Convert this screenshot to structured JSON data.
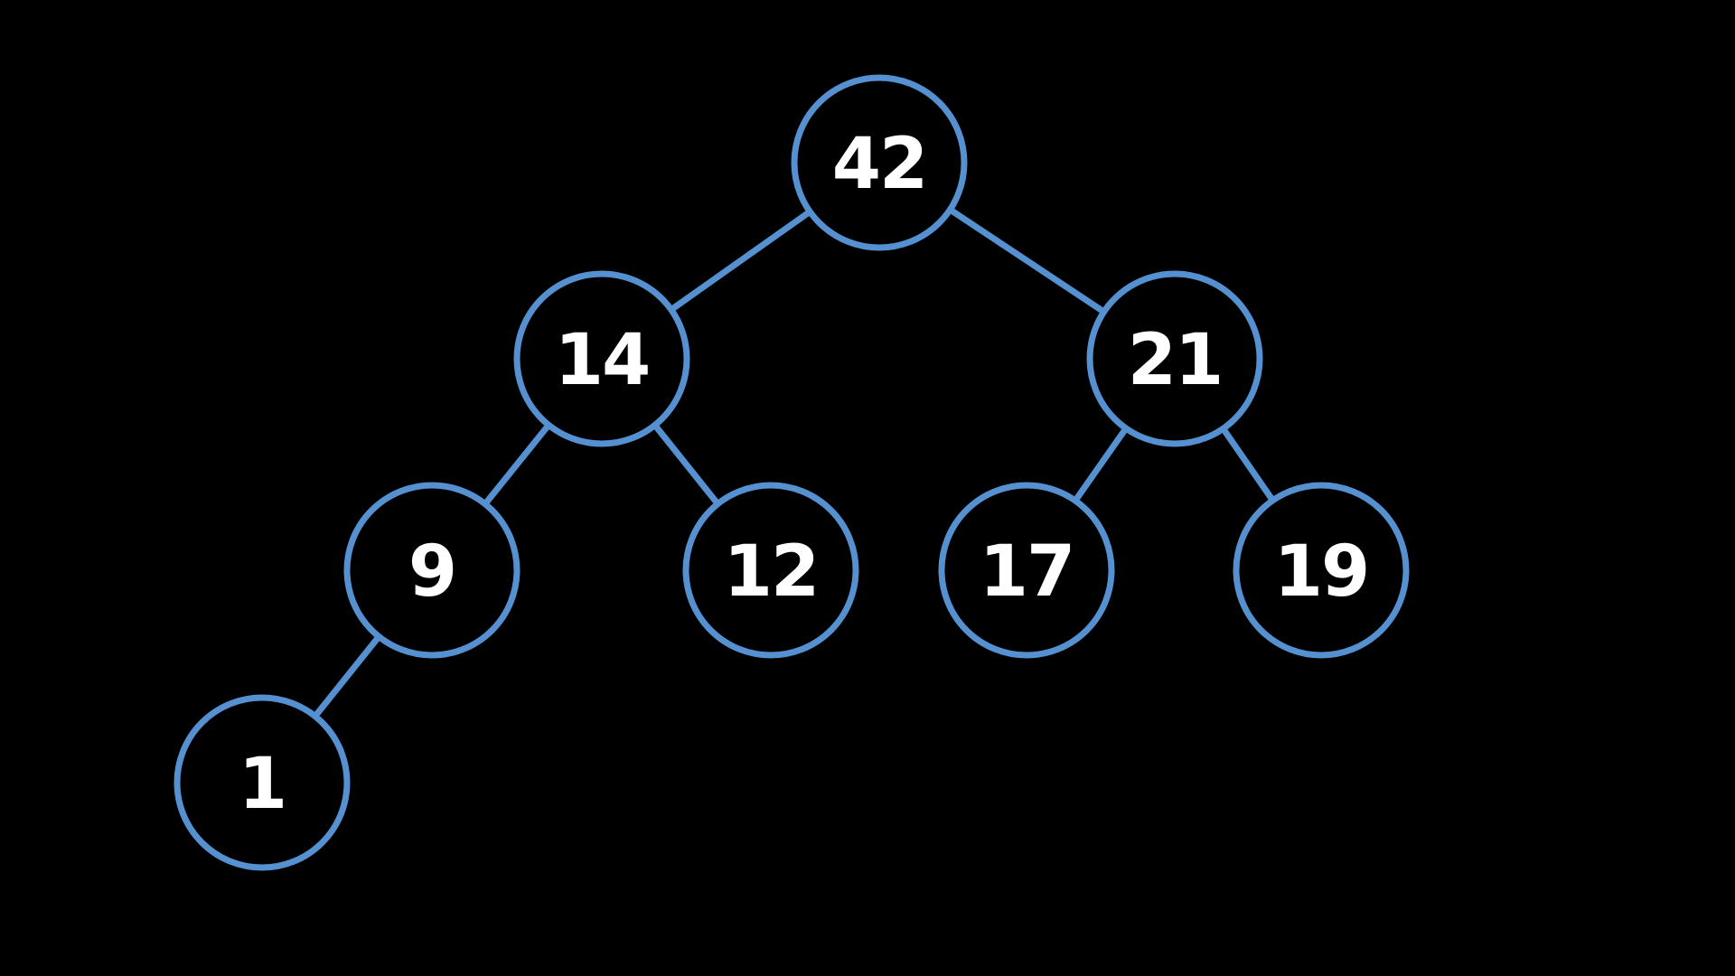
{
  "colors": {
    "background": "#000000",
    "node_stroke": "#5590d0",
    "edge_stroke": "#5590d0",
    "label": "#ffffff"
  },
  "tree": {
    "nodes": [
      {
        "id": "n42",
        "label": "42"
      },
      {
        "id": "n14",
        "label": "14"
      },
      {
        "id": "n21",
        "label": "21"
      },
      {
        "id": "n9",
        "label": "9"
      },
      {
        "id": "n12",
        "label": "12"
      },
      {
        "id": "n17",
        "label": "17"
      },
      {
        "id": "n19",
        "label": "19"
      },
      {
        "id": "n1",
        "label": "1"
      }
    ],
    "edges": [
      {
        "from": "n42",
        "to": "n14"
      },
      {
        "from": "n42",
        "to": "n21"
      },
      {
        "from": "n14",
        "to": "n9"
      },
      {
        "from": "n14",
        "to": "n12"
      },
      {
        "from": "n21",
        "to": "n17"
      },
      {
        "from": "n21",
        "to": "n19"
      },
      {
        "from": "n9",
        "to": "n1"
      }
    ]
  }
}
